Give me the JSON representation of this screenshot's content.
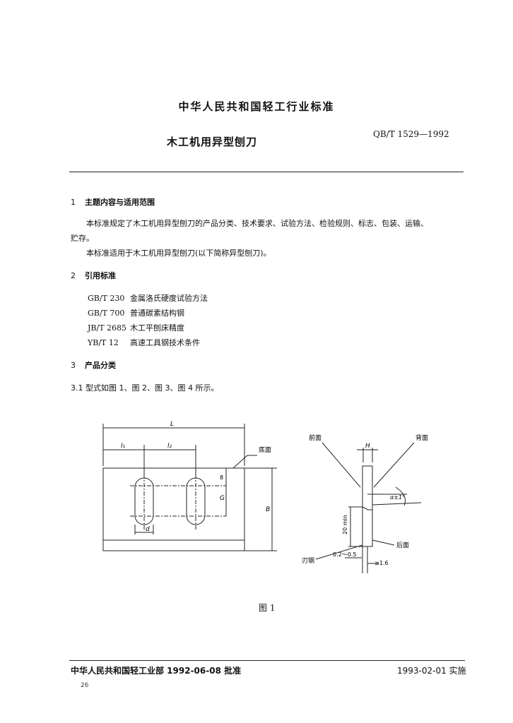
{
  "header": {
    "issuer": "中华人民共和国轻工行业标准",
    "title": "木工机用异型刨刀",
    "code": "QB/T 1529—1992"
  },
  "sections": {
    "s1": {
      "num": "1",
      "title": "主题内容与适用范围",
      "p1a": "本标准规定了木工机用异型刨刀的产品分类、技术要求、试验方法、检验规则、标志、包装、运输、",
      "p1b": "贮存。",
      "p2": "本标准适用于木工机用异型刨刀(以下简称异型刨刀)。"
    },
    "s2": {
      "num": "2",
      "title": "引用标准",
      "refs": [
        {
          "code": "GB/T 230",
          "name": "金属洛氏硬度试验方法"
        },
        {
          "code": "GB/T 700",
          "name": "普通碳素结构钢"
        },
        {
          "code": "JB/T 2685",
          "name": "木工平刨床精度"
        },
        {
          "code": "YB/T 12",
          "name": "高速工具钢技术条件"
        }
      ]
    },
    "s3": {
      "num": "3",
      "title": "产品分类",
      "p31": "3.1  型式如图 1、图 2、图 3、图 4 所示。"
    }
  },
  "figure": {
    "left": {
      "dim_L": "L",
      "dim_l1": "l₁",
      "dim_l2": "l₂",
      "dim_d": "d",
      "dim_G": "G",
      "dim_B": "B",
      "dim_8": "8",
      "label_bottom": "底面"
    },
    "right": {
      "label_front": "前面",
      "label_back": "背面",
      "label_rear": "后面",
      "label_edge": "刃钢",
      "dim_H": "H",
      "angle": "α±1°",
      "dim_20": "20 min",
      "dim_02": "0.2～0.5",
      "dim_16": "≥1.6"
    },
    "caption": "图 1"
  },
  "footer": {
    "approval": "中华人民共和国轻工业部 1992-06-08 批准",
    "effective": "1993-02-01 实施",
    "page": "26"
  }
}
